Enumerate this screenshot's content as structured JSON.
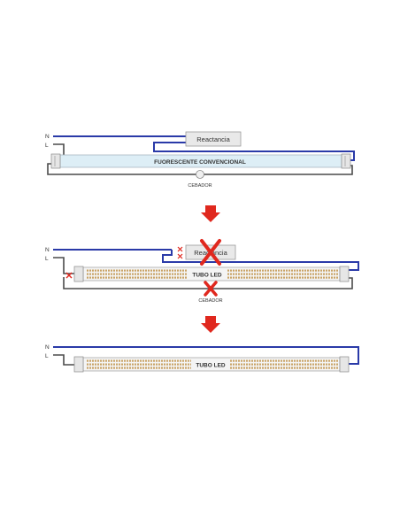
{
  "colors": {
    "blue_wire": "#2a3aa8",
    "dark_wire": "#4a4a4a",
    "red": "#e0281e",
    "tube_fill": "#ddeef6",
    "led_dot": "#c9a366"
  },
  "diagrams": [
    {
      "n_label": "N",
      "l_label": "L",
      "ballast_label": "Reactancia",
      "tube_label": "FUORESCENTE CONVENCIONAL",
      "starter_label": "CEBADOR"
    },
    {
      "n_label": "N",
      "l_label": "L",
      "ballast_label": "Reactancia",
      "tube_label": "TUBO LED",
      "starter_label": "CEBADOR"
    },
    {
      "n_label": "N",
      "l_label": "L",
      "tube_label": "TUBO LED"
    }
  ],
  "icons": {
    "arrow": "red-down-arrow-icon",
    "remove": "red-x-icon"
  }
}
